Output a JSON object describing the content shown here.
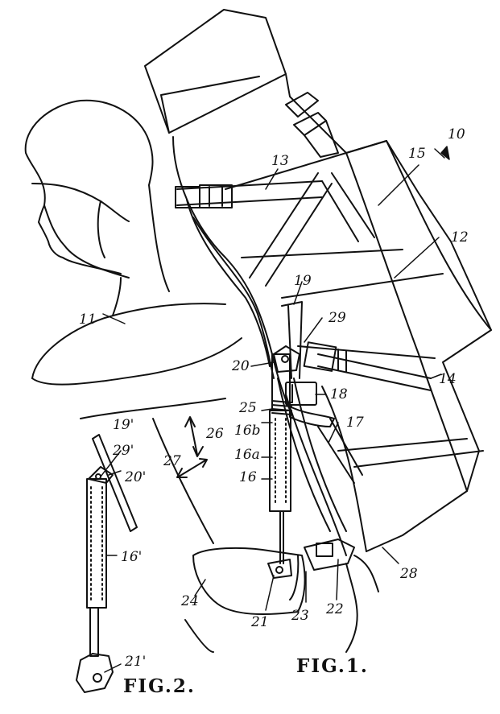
{
  "labels": {
    "l10": "10",
    "l11": "11",
    "l12": "12",
    "l13": "13",
    "l14": "14",
    "l15": "15",
    "l16": "16",
    "l16a": "16a",
    "l16b": "16b",
    "l17": "17",
    "l18": "18",
    "l19": "19",
    "l20": "20",
    "l21": "21",
    "l22": "22",
    "l23": "23",
    "l24": "24",
    "l25": "25",
    "l26": "26",
    "l27": "27",
    "l28": "28",
    "l29": "29",
    "l16p": "16'",
    "l19p": "19'",
    "l20p": "20'",
    "l21p": "21'",
    "l29p": "29'"
  },
  "captions": {
    "fig1": "FIG.1.",
    "fig2": "FIG.2."
  }
}
